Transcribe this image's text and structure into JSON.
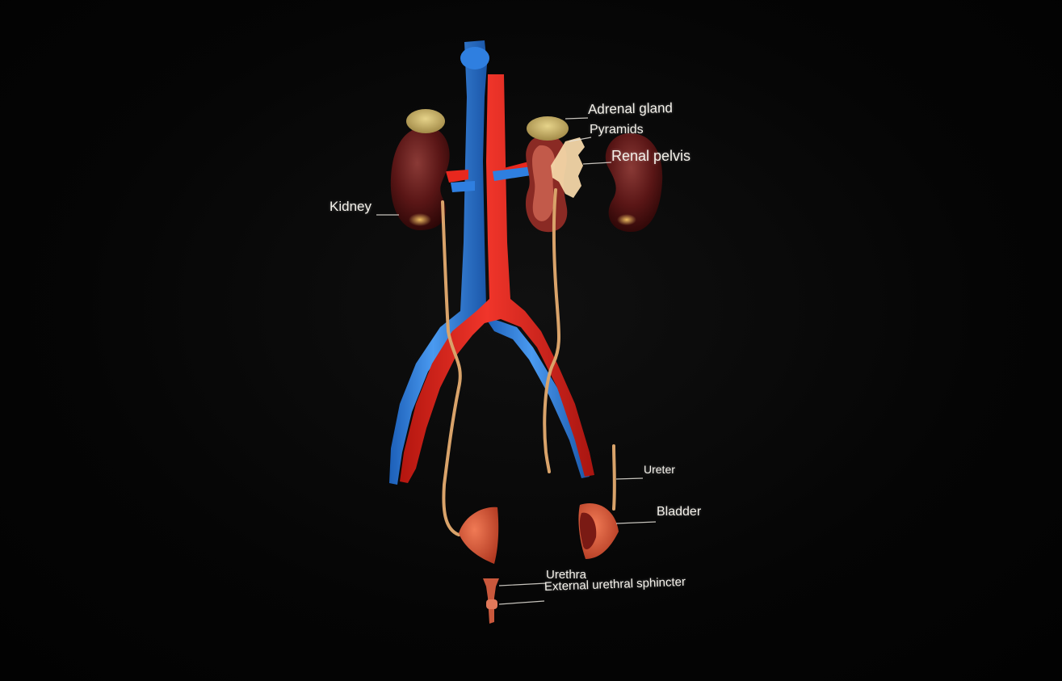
{
  "labels": {
    "adrenal_gland": "Adrenal gland",
    "pyramids": "Pyramids",
    "renal_pelvis": "Renal pelvis",
    "kidney": "Kidney",
    "ureter": "Ureter",
    "bladder": "Bladder",
    "urethra": "Urethra",
    "external_urethral_sphincter": "External urethral sphincter"
  },
  "colors": {
    "background": "#050505",
    "artery": "#e8281e",
    "vein": "#2f7fe0",
    "kidney": "#6a1a1a",
    "adrenal": "#c9b46a",
    "ureter": "#d9a36a",
    "bladder": "#d9543a",
    "label_text": "#f4f1ea"
  }
}
